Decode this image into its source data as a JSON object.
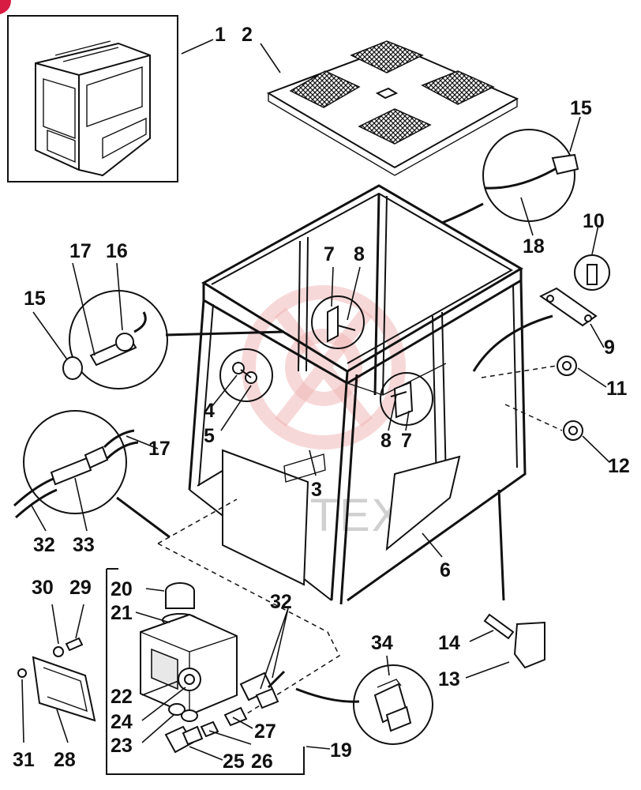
{
  "watermark": {
    "text": "ИНТЕХ"
  },
  "callouts": [
    {
      "id": "1",
      "text": "1"
    },
    {
      "id": "2",
      "text": "2"
    },
    {
      "id": "3",
      "text": "3"
    },
    {
      "id": "4",
      "text": "4"
    },
    {
      "id": "5",
      "text": "5"
    },
    {
      "id": "6",
      "text": "6"
    },
    {
      "id": "7a",
      "text": "7"
    },
    {
      "id": "7b",
      "text": "7"
    },
    {
      "id": "8a",
      "text": "8"
    },
    {
      "id": "8b",
      "text": "8"
    },
    {
      "id": "9",
      "text": "9"
    },
    {
      "id": "10",
      "text": "10"
    },
    {
      "id": "11",
      "text": "11"
    },
    {
      "id": "12",
      "text": "12"
    },
    {
      "id": "13",
      "text": "13"
    },
    {
      "id": "14",
      "text": "14"
    },
    {
      "id": "15a",
      "text": "15"
    },
    {
      "id": "15b",
      "text": "15"
    },
    {
      "id": "16",
      "text": "16"
    },
    {
      "id": "17a",
      "text": "17"
    },
    {
      "id": "17b",
      "text": "17"
    },
    {
      "id": "18",
      "text": "18"
    },
    {
      "id": "19",
      "text": "19"
    },
    {
      "id": "20",
      "text": "20"
    },
    {
      "id": "21",
      "text": "21"
    },
    {
      "id": "22",
      "text": "22"
    },
    {
      "id": "23",
      "text": "23"
    },
    {
      "id": "24",
      "text": "24"
    },
    {
      "id": "25",
      "text": "25"
    },
    {
      "id": "26",
      "text": "26"
    },
    {
      "id": "27",
      "text": "27"
    },
    {
      "id": "28",
      "text": "28"
    },
    {
      "id": "29",
      "text": "29"
    },
    {
      "id": "30",
      "text": "30"
    },
    {
      "id": "31",
      "text": "31"
    },
    {
      "id": "32a",
      "text": "32"
    },
    {
      "id": "32b",
      "text": "32"
    },
    {
      "id": "33",
      "text": "33"
    },
    {
      "id": "34",
      "text": "34"
    }
  ],
  "colors": {
    "ink": "#111111",
    "watermark": "#f0b8b8",
    "badge": "#d81b43"
  }
}
